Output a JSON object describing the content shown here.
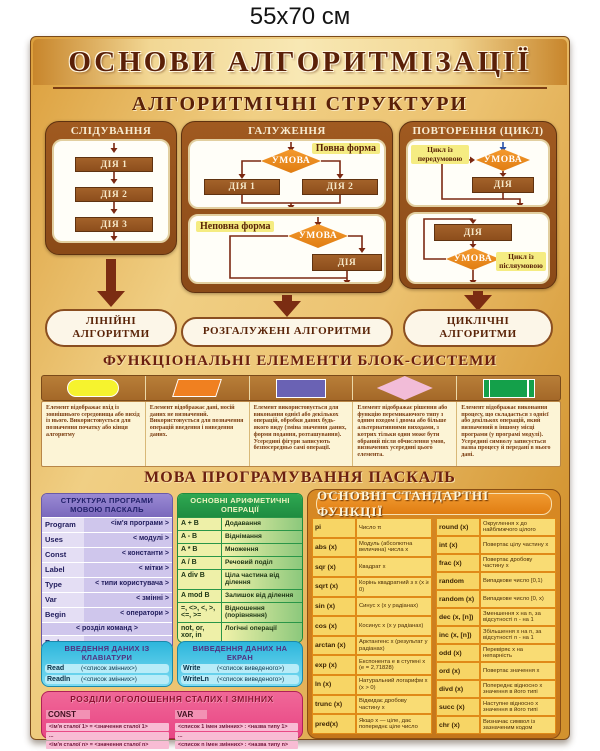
{
  "size_label": "55x70 см",
  "poster": {
    "title": "ОСНОВИ АЛГОРИТМІЗАЦІЇ",
    "subtitle": "АЛГОРИТМІЧНІ СТРУКТУРИ"
  },
  "structures": {
    "sequence": {
      "header": "СЛІДУВАННЯ",
      "steps": [
        "ДІЯ 1",
        "ДІЯ 2",
        "ДІЯ 3"
      ],
      "result": "ЛІНІЙНІ АЛГОРИТМИ"
    },
    "branching": {
      "header": "ГАЛУЖЕННЯ",
      "full_form_label": "Повна форма",
      "partial_form_label": "Неповна форма",
      "condition": "УМОВА",
      "action1": "ДІЯ 1",
      "action2": "ДІЯ 2",
      "action": "ДІЯ",
      "result": "РОЗГАЛУЖЕНІ АЛГОРИТМИ"
    },
    "loop": {
      "header": "ПОВТОРЕННЯ (ЦИКЛ)",
      "pre_label": "Цикл із передумовою",
      "post_label": "Цикл із післяумовою",
      "condition": "УМОВА",
      "action": "ДІЯ",
      "result": "ЦИКЛІЧНІ АЛГОРИТМИ"
    }
  },
  "block_elements": {
    "title": "ФУНКЦІОНАЛЬНІ ЕЛЕМЕНТИ БЛОК-СИСТЕМИ",
    "items": [
      {
        "shape": "terminator",
        "color": "#f6f32e",
        "description": "Елемент відображає вхід із зовнішнього середовища або вихід із нього. Використовується для позначення початку або кінця алгоритму"
      },
      {
        "shape": "parallelogram",
        "color": "#f08020",
        "description": "Елемент відображає дані, носій даних не визначений. Використовується для позначення операцій введення і виведення даних."
      },
      {
        "shape": "rectangle",
        "color": "#6a62b4",
        "description": "Елемент використовується для виконання однієї або декількох операцій, обробки даних будь-якого виду (зміна значення даних, форми подання, розташування). Усередині фігури записують безпосередньо самі операції."
      },
      {
        "shape": "diamond",
        "color": "#f2bcd8",
        "description": "Елемент відображає рішення або функцію перемикаючого типу з одним входом і двома або більше альтернативними виходами, з котрих тільки один може бути обраний після обчислення умов, визначених усередині цього елемента."
      },
      {
        "shape": "subroutine",
        "color": "#14a04a",
        "description": "Елемент відображає виконання процесу, що складається з однієї або декількох операцій, який визначений в іншому місці програми (у програмі модулі). Усередині символу записується назва процесу й передані в нього дані."
      }
    ]
  },
  "pascal": {
    "title": "МОВА ПРОГРАМУВАННЯ ПАСКАЛЬ",
    "structure_table": {
      "title": "СТРУКТУРА ПРОГРАМИ МОВОЮ ПАСКАЛЬ",
      "rows": [
        {
          "k": "Program",
          "v": "<ім'я програми >"
        },
        {
          "k": "Uses",
          "v": "< модулі >"
        },
        {
          "k": "Const",
          "v": "< константи >"
        },
        {
          "k": "Label",
          "v": "< мітки >"
        },
        {
          "k": "Type",
          "v": "< типи користувача >"
        },
        {
          "k": "Var",
          "v": "< змінні >"
        },
        {
          "k": "Begin",
          "v": "< оператори >"
        }
      ],
      "command_row": "< розділ команд >",
      "end_row": "End."
    },
    "arithmetic_table": {
      "title": "ОСНОВНІ АРИФМЕТИЧНІ ОПЕРАЦІЇ",
      "rows": [
        {
          "k": "A + B",
          "v": "Додавання"
        },
        {
          "k": "A - B",
          "v": "Віднімання"
        },
        {
          "k": "A * B",
          "v": "Множення"
        },
        {
          "k": "A / B",
          "v": "Речовий поділ"
        },
        {
          "k": "A div B",
          "v": "Ціла частина від ділення"
        },
        {
          "k": "A mod B",
          "v": "Залишок від ділення"
        },
        {
          "k": "=, <>, <, >, <=, >=",
          "v": "Відношення (порівняння)"
        },
        {
          "k": "not, or, xor, in",
          "v": "Логічні операції"
        }
      ]
    },
    "functions_table": {
      "title": "ОСНОВНІ СТАНДАРТНІ ФУНКЦІЇ",
      "left_rows": [
        {
          "k": "pi",
          "v": "Число π"
        },
        {
          "k": "abs (x)",
          "v": "Модуль (абсолютна величина) числа x"
        },
        {
          "k": "sqr (x)",
          "v": "Квадрат x"
        },
        {
          "k": "sqrt (x)",
          "v": "Корінь квадратний з x (x ≥ 0)"
        },
        {
          "k": "sin (x)",
          "v": "Синус x (x у радіанах)"
        },
        {
          "k": "cos (x)",
          "v": "Косинус x (x у радіанах)"
        },
        {
          "k": "arctan (x)",
          "v": "Арктангенс x (результат у радіанах)"
        },
        {
          "k": "exp (x)",
          "v": "Експонента e в ступені x (e = 2,71828)"
        },
        {
          "k": "ln (x)",
          "v": "Натуральний логарифм x (x > 0)"
        },
        {
          "k": "trunc (x)",
          "v": "Відкидає дробову частину x"
        },
        {
          "k": "pred(x)",
          "v": "Якщо x — ціле, дає попереднє ціле число"
        }
      ],
      "right_rows": [
        {
          "k": "round (x)",
          "v": "Округлення x до найближчого цілого"
        },
        {
          "k": "int (x)",
          "v": "Повертає цілу частину x"
        },
        {
          "k": "frac (x)",
          "v": "Повертає дробову частину x"
        },
        {
          "k": "random",
          "v": "Випадкове число [0,1)"
        },
        {
          "k": "random (x)",
          "v": "Випадкове число [0, x)"
        },
        {
          "k": "dec (x, [n])",
          "v": "Зменшення x на n, за відсутності n - на 1"
        },
        {
          "k": "inc (x, [n])",
          "v": "Збільшення x на n, за відсутності n - на 1"
        },
        {
          "k": "odd (x)",
          "v": "Перевіряє x на непарність"
        },
        {
          "k": "ord (x)",
          "v": "Повертає значення x"
        },
        {
          "k": "divd (x)",
          "v": "Попереднє відносно x значення в його типі"
        },
        {
          "k": "succ (x)",
          "v": "Наступне відносно x значення в його типі"
        },
        {
          "k": "chr (x)",
          "v": "Визначає символ із зазначеним кодом"
        }
      ]
    },
    "input_table": {
      "title": "ВВЕДЕННЯ ДАНИХ ІЗ КЛАВІАТУРИ",
      "rows": [
        {
          "k": "Read",
          "v": "(<список змінних>)"
        },
        {
          "k": "Readln",
          "v": "(<список змінних>)"
        }
      ]
    },
    "output_table": {
      "title": "ВИВЕДЕННЯ ДАНИХ НА ЕКРАН",
      "rows": [
        {
          "k": "Write",
          "v": "(<список виведеного>)"
        },
        {
          "k": "WriteLn",
          "v": "(<список виведеного>)"
        }
      ]
    },
    "declarations": {
      "title": "РОЗДІЛИ ОГОЛОШЕННЯ СТАЛИХ І ЗМІННИХ",
      "const_label": "CONST",
      "var_label": "VAR",
      "const_rows": [
        "<ім'я сталої 1> = <значення сталої 1>",
        "...",
        "<ім'я сталої n> = <значення сталої n>"
      ],
      "var_rows": [
        "<список 1 імен змінних> : <назва типу 1>",
        "...",
        "<список n імен змінних> : <назва типу n>"
      ]
    }
  }
}
